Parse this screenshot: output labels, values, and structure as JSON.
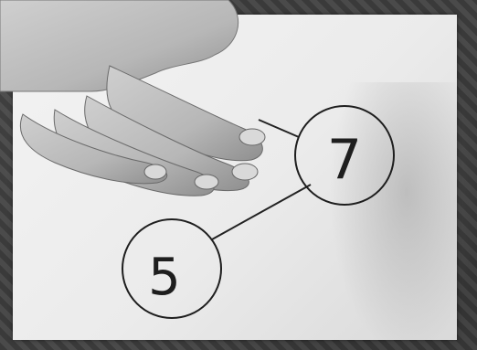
{
  "scene": {
    "nodes": [
      {
        "id": "top",
        "label": "7"
      },
      {
        "id": "bottom",
        "label": "5"
      }
    ]
  }
}
